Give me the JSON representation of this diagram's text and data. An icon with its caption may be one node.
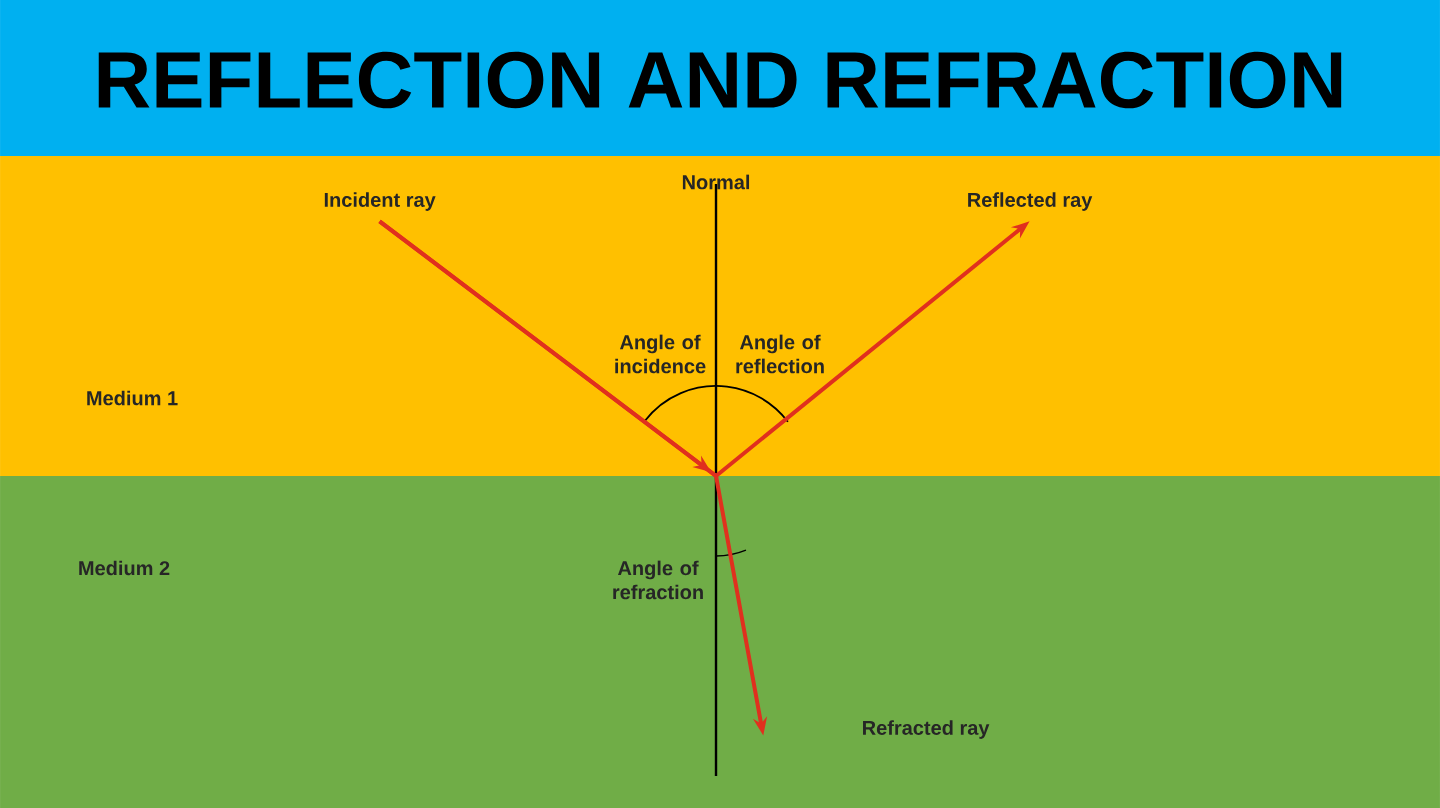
{
  "diagram": {
    "title": "REFLECTION AND REFRACTION",
    "nodes": [
      {
        "text": [
          "Medium 1"
        ]
      },
      {
        "text": [
          "Medium 2"
        ]
      },
      {
        "text": [
          "Incident ray"
        ],
        "in": 0
      },
      {
        "text": [
          "Reflected ray"
        ],
        "in": 0
      },
      {
        "text": [
          "Refracted ray"
        ],
        "in": 1
      }
    ],
    "edges": [
      {
        "from": 2,
        "to": 3,
        "arrow": "to"
      },
      {
        "from": 2,
        "to": 4,
        "arrow": "to"
      }
    ],
    "labels": [
      "Normal",
      "Angle of incidence",
      "Angle of reflection",
      "Angle of refraction"
    ]
  }
}
